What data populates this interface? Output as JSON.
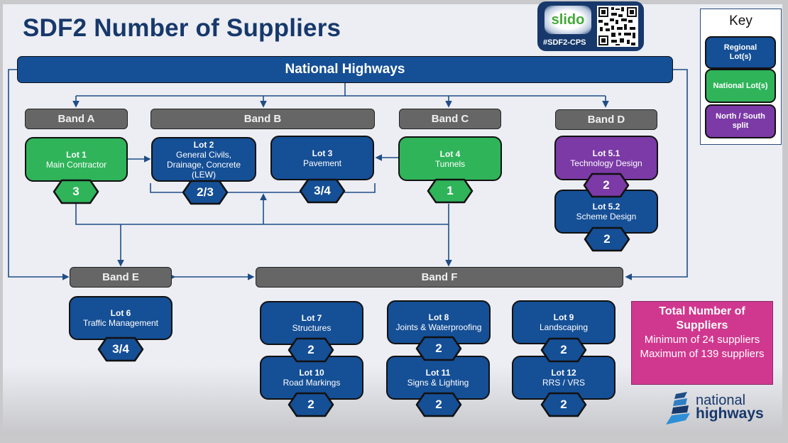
{
  "title": "SDF2 Number of Suppliers",
  "root": {
    "label": "National Highways"
  },
  "slido": {
    "logo": "slido",
    "hashtag": "#SDF2-CPS",
    "qr_icon": "qr-code-icon"
  },
  "key": {
    "title": "Key",
    "items": [
      {
        "label": "Regional Lot(s)",
        "color": "#154f96"
      },
      {
        "label": "National Lot(s)",
        "color": "#2fb45a"
      },
      {
        "label": "North / South split",
        "color": "#7b3aa6"
      }
    ]
  },
  "bands": {
    "A": "Band A",
    "B": "Band B",
    "C": "Band C",
    "D": "Band D",
    "E": "Band E",
    "F": "Band F"
  },
  "lots": {
    "lot1": {
      "name": "Lot 1",
      "desc": "Main Contractor",
      "suppliers": "3",
      "type": "national"
    },
    "lot2": {
      "name": "Lot 2",
      "desc": "General Civils, Drainage, Concrete (LEW)",
      "suppliers": "2/3",
      "type": "regional"
    },
    "lot3": {
      "name": "Lot 3",
      "desc": "Pavement",
      "suppliers": "3/4",
      "type": "regional"
    },
    "lot4": {
      "name": "Lot 4",
      "desc": "Tunnels",
      "suppliers": "1",
      "type": "national"
    },
    "lot51": {
      "name": "Lot 5.1",
      "desc": "Technology Design",
      "suppliers": "2",
      "type": "north-south"
    },
    "lot52": {
      "name": "Lot 5.2",
      "desc": "Scheme Design",
      "suppliers": "2",
      "type": "regional"
    },
    "lot6": {
      "name": "Lot 6",
      "desc": "Traffic Management",
      "suppliers": "3/4",
      "type": "regional"
    },
    "lot7": {
      "name": "Lot 7",
      "desc": "Structures",
      "suppliers": "2",
      "type": "regional"
    },
    "lot8": {
      "name": "Lot 8",
      "desc": "Joints & Waterproofing",
      "suppliers": "2",
      "type": "regional"
    },
    "lot9": {
      "name": "Lot 9",
      "desc": "Landscaping",
      "suppliers": "2",
      "type": "regional"
    },
    "lot10": {
      "name": "Lot 10",
      "desc": "Road Markings",
      "suppliers": "2",
      "type": "regional"
    },
    "lot11": {
      "name": "Lot 11",
      "desc": "Signs & Lighting",
      "suppliers": "2",
      "type": "regional"
    },
    "lot12": {
      "name": "Lot 12",
      "desc": "RRS / VRS",
      "suppliers": "2",
      "type": "regional"
    }
  },
  "total": {
    "heading": "Total Number of Suppliers",
    "min": "Minimum of 24 suppliers",
    "max": "Maximum of 139 suppliers"
  },
  "brand": {
    "line1": "national",
    "line2": "highways"
  },
  "colors": {
    "regional": "#154f96",
    "national": "#2fb45a",
    "north_south": "#7b3aa6",
    "band": "#666666",
    "total": "#d0388f",
    "title": "#17386b"
  }
}
